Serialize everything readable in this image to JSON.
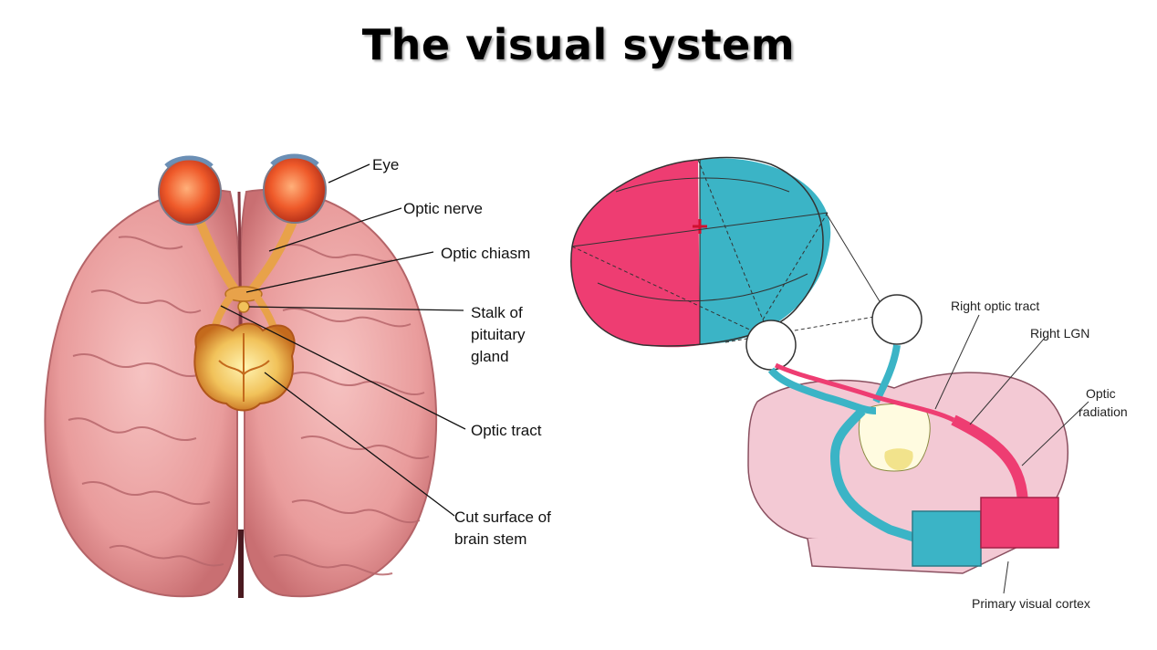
{
  "title": "The visual system",
  "left_diagram": {
    "labels": {
      "eye": "Eye",
      "optic_nerve": "Optic nerve",
      "optic_chiasm": "Optic chiasm",
      "stalk_line1": "Stalk of",
      "stalk_line2": "pituitary",
      "stalk_line3": "gland",
      "optic_tract": "Optic tract",
      "cut_line1": "Cut surface of",
      "cut_line2": "brain stem"
    }
  },
  "right_diagram": {
    "labels": {
      "right_optic_tract": "Right optic tract",
      "right_lgn": "Right LGN",
      "optic_radiation_line1": "Optic",
      "optic_radiation_line2": "radiation",
      "primary_visual_cortex": "Primary visual cortex"
    },
    "colors": {
      "left_field": "#ee3d72",
      "right_field": "#3bb4c6",
      "brain_tissue": "#f3c9d4",
      "pituitary": "#f2e38c"
    }
  }
}
